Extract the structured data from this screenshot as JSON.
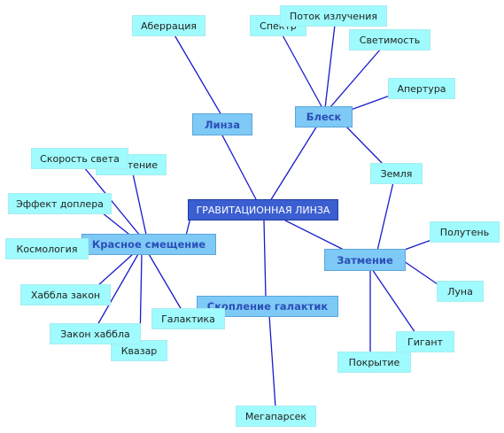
{
  "central": "ГРАВИТАЦИОННАЯ ЛИНЗА",
  "branches": {
    "lens": "Линза",
    "shine": "Блеск",
    "redshift": "Красное смещение",
    "cluster": "Скопление галактик",
    "eclipse": "Затмение"
  },
  "leaves": {
    "aberration": "Аберрация",
    "spectrum": "Спектр",
    "radiation_flux": "Поток излучения",
    "luminosity": "Светимость",
    "aperture": "Апертура",
    "earth": "Земля",
    "penumbra": "Полутень",
    "moon": "Луна",
    "giant": "Гигант",
    "coverage": "Покрытие",
    "megaparsec": "Мегапарсек",
    "galaxy": "Галактика",
    "quasar": "Квазар",
    "hubble_law_lower": "Закон хаббла",
    "hubble_law": "Хаббла закон",
    "cosmology": "Космология",
    "doppler": "Эффект доплера",
    "speed_of_light": "Скорость света",
    "gravity": "Тяготение"
  },
  "colors": {
    "edge": "#1a1acc",
    "central": "#3b5fd1",
    "branch": "#7ec9f5",
    "leaf": "#9ffbfd"
  }
}
